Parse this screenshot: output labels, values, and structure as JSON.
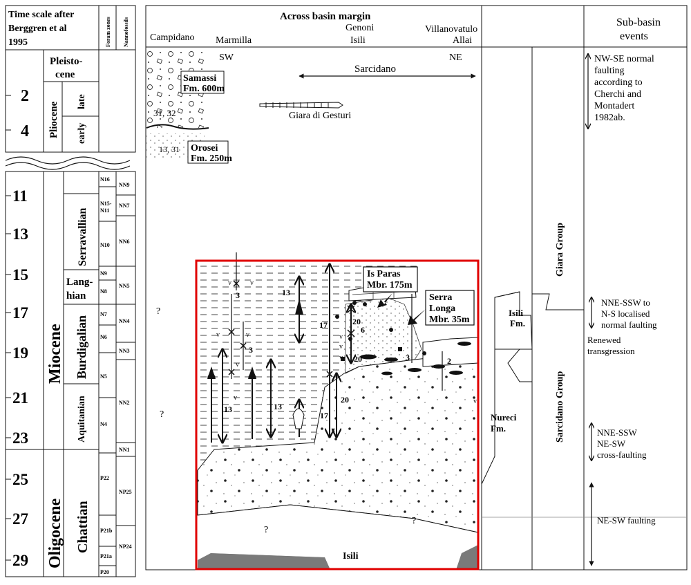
{
  "left_header": {
    "time_scale_title": [
      "Time scale after",
      "Berggren et al",
      "1995"
    ],
    "foram_zones": "Foram zones",
    "nannofossils": "Nannofossils"
  },
  "upper_ages": {
    "ticks": [
      "2",
      "4"
    ],
    "pleistocene": [
      "Pleisto-",
      "cene"
    ],
    "pliocene": "Pliocene",
    "late": "late",
    "early": "early"
  },
  "lower_ages": {
    "ticks": [
      "11",
      "13",
      "15",
      "17",
      "19",
      "21",
      "23",
      "25",
      "27",
      "29"
    ],
    "miocene": "Miocene",
    "oligocene": "Oligocene",
    "serravallian": "Serravallian",
    "langhian": [
      "Lang-",
      "hian"
    ],
    "burdigalian": "Burdigalian",
    "aquitanian": "Aquitanian",
    "chattian": "Chattian"
  },
  "foram_zones": [
    "N16",
    "N15-",
    "N11",
    "N10",
    "N9",
    "N8",
    "N7",
    "N6",
    "N5",
    "N4",
    "P22",
    "P21b",
    "P21a",
    "P20"
  ],
  "nanno_zones": [
    "NN9",
    "NN7",
    "NN6",
    "NN5",
    "NN4",
    "NN3",
    "NN2",
    "NN1",
    "NP25",
    "NP24"
  ],
  "section": {
    "title": "Across basin margin",
    "localities": [
      "Campidano",
      "Marmilla",
      "Genoni",
      "Isili",
      "Villanovatulo",
      "Allai"
    ],
    "sw": "SW",
    "ne": "NE",
    "sarcidano": "Sarcidano",
    "giara": "Giara di Gesturi",
    "samassi": [
      "Samassi",
      "Fm. 600m"
    ],
    "samassi_num": "31, 32",
    "orosei": [
      "Orosei",
      "Fm. 250m"
    ],
    "orosei_num": "13, 31",
    "is_paras": [
      "Is Paras",
      "Mbr. 175m"
    ],
    "serra_longa": [
      "Serra",
      "Longa",
      "Mbr. 35m"
    ],
    "isili_label": "Isili",
    "question": "?",
    "nums": [
      "13",
      "3",
      "3",
      "13",
      "13",
      "17",
      "20",
      "6",
      "20",
      "17",
      "20",
      "3",
      "2"
    ]
  },
  "units": {
    "isili_fm": [
      "Isili",
      "Fm."
    ],
    "nureci_fm": [
      "Nureci",
      "Fm."
    ],
    "giara_group": "Giara Group",
    "sarcidano_group": "Sarcidano Group"
  },
  "events": {
    "header": [
      "Sub-basin",
      "events"
    ],
    "e1": [
      "NW-SE normal",
      "faulting",
      "according to",
      "Cherchi and",
      "Montadert",
      "1982ab."
    ],
    "e2": [
      "NNE-SSW to",
      "N-S localised",
      "normal faulting"
    ],
    "e3": [
      "Renewed",
      "transgression"
    ],
    "e4": [
      "NNE-SSW",
      "NE-SW",
      "cross-faulting"
    ],
    "e5": "NE-SW faulting"
  },
  "colors": {
    "highlight": "#e00000",
    "basement": "#7a7a7a"
  }
}
